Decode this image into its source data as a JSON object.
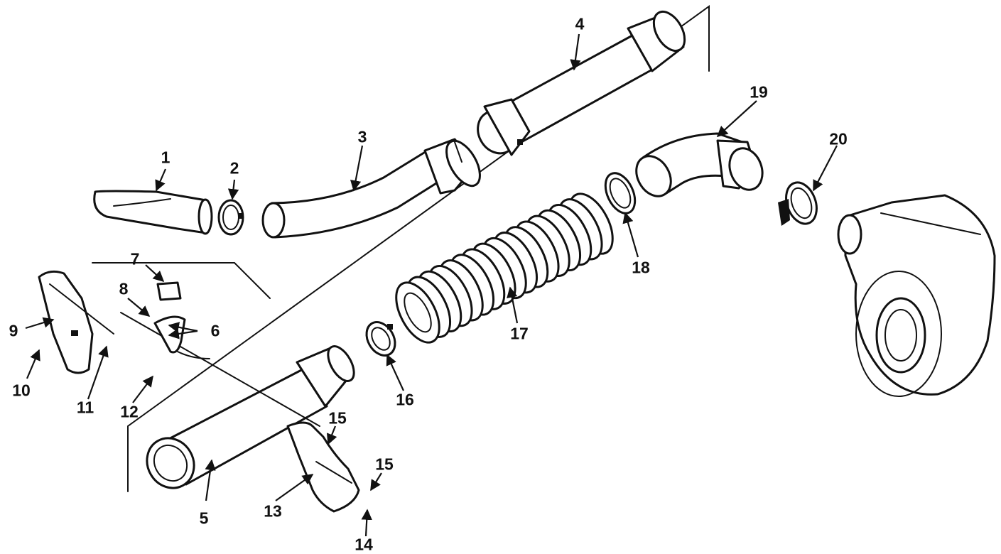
{
  "diagram": {
    "callouts": [
      "1",
      "2",
      "3",
      "4",
      "5",
      "6",
      "7",
      "8",
      "9",
      "10",
      "11",
      "12",
      "13",
      "14",
      "15",
      "15",
      "16",
      "17",
      "18",
      "19",
      "20"
    ]
  }
}
